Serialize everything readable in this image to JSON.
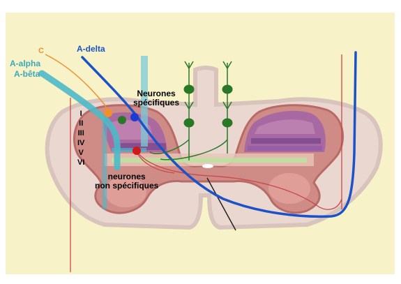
{
  "colors": {
    "background_panel": "#f8f2c8",
    "spinal_cord": "#ead7cf",
    "gray_matter": "#cf8b85",
    "dorsal_horn_purple": "#8f62a8",
    "fiber_a_delta": "#1c52c8",
    "fiber_a_alpha_beta": "#4cb9c8",
    "fiber_c": "#f0902a",
    "neuron_green": "#287828",
    "neuron_red": "#d01a1a",
    "tract_red": "#c84848"
  },
  "labels": {
    "fiber_c": "C",
    "fiber_a_delta": "A-delta",
    "fiber_a_alpha": "A-alpha",
    "fiber_a_beta": "A-bêta",
    "specific_neurons_line1": "Neurones",
    "specific_neurons_line2": "spécifiques",
    "nonspecific_neurons_line1": "neurones",
    "nonspecific_neurons_line2": "non spécifiques",
    "laminae": [
      "I",
      "II",
      "III",
      "IV",
      "V",
      "VI"
    ]
  },
  "icons": {
    "neuron": "neuron-cell-icon"
  }
}
